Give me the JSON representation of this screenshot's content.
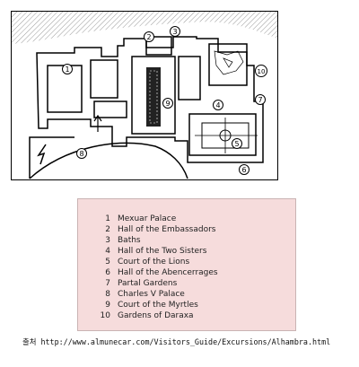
{
  "map_markers": [
    "1",
    "2",
    "3",
    "4",
    "5",
    "6",
    "7",
    "8",
    "9",
    "10"
  ],
  "legend": [
    {
      "num": "1",
      "label": "Mexuar Palace"
    },
    {
      "num": "2",
      "label": "Hall of the Embassadors"
    },
    {
      "num": "3",
      "label": "Baths"
    },
    {
      "num": "4",
      "label": "Hall of the Two Sisters"
    },
    {
      "num": "5",
      "label": "Court of the Lions"
    },
    {
      "num": "6",
      "label": "Hall of the Abencerrages"
    },
    {
      "num": "7",
      "label": "Partal Gardens"
    },
    {
      "num": "8",
      "label": "Charles V Palace"
    },
    {
      "num": "9",
      "label": "Court of the Myrtles"
    },
    {
      "num": "10",
      "label": "Gardens of Daraxa"
    }
  ],
  "source": {
    "prefix": "출처",
    "url": "http://www.almunecar.com/Visitors_Guide/Excursions/Alhambra.html"
  }
}
